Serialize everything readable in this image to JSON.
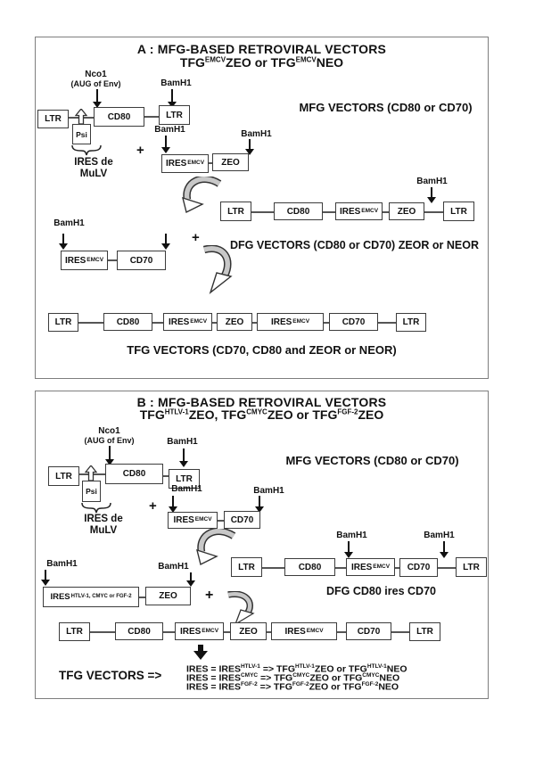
{
  "labels": {
    "ltr": "LTR",
    "cd80": "CD80",
    "cd70": "CD70",
    "zeo": "ZEO",
    "psi": "Psi",
    "ires": "IRES",
    "sup_emcv": "EMCV",
    "sup_multi": "HTLV-1, CMYC or FGF-2",
    "bamh1": "BamH1",
    "nco1": "Nco1",
    "aug_of_env": "(AUG of Env)",
    "ires_de": "IRES de",
    "mulv": "MuLV",
    "plus": "+"
  },
  "panel_a": {
    "title1": "A : MFG-BASED RETROVIRAL VECTORS",
    "title2": {
      "t1": "TFG",
      "s1": "EMCV",
      "t2": "ZEO or TFG",
      "s2": "EMCV",
      "t3": "NEO"
    },
    "mfg_caption": "MFG VECTORS (CD80 or CD70)",
    "dfg_caption": "DFG VECTORS (CD80 or CD70)  ZEOR or NEOR",
    "tfg_caption": "TFG VECTORS (CD70, CD80 and ZEOR or  NEOR)"
  },
  "panel_b": {
    "title1": "B : MFG-BASED RETROVIRAL VECTORS",
    "title2": {
      "t1": "TFG",
      "s1": "HTLV-1",
      "t2": "ZEO, TFG",
      "s2": "CMYC",
      "t3": "ZEO or TFG",
      "s3": "FGF-2",
      "t4": "ZEO"
    },
    "mfg_caption": "MFG VECTORS (CD80 or CD70)",
    "dfg_caption": "DFG CD80 ires CD70",
    "tfg_label": "TFG VECTORS =>",
    "legend_parts": {
      "p1": "IRES = IRES",
      "p2": " => TFG",
      "p3": "ZEO or TFG",
      "p4": "NEO"
    },
    "legend": [
      {
        "sup": "HTLV-1"
      },
      {
        "sup": "CMYC"
      },
      {
        "sup": "FGF-2"
      }
    ]
  },
  "colors": {
    "box_border": "#3c3c3c",
    "line": "#555555",
    "panel_border": "#7e7e7e",
    "arrow_band": "#c8c8c8"
  }
}
